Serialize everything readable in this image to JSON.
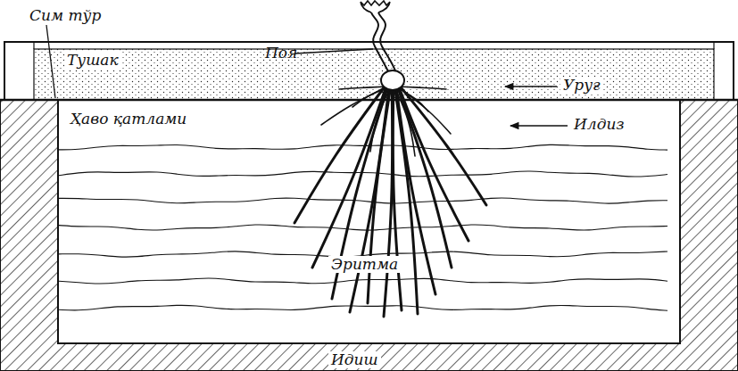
{
  "diagram": {
    "labels": [
      "Сим тўр",
      "Тушак",
      "Поя",
      "Уруғ",
      "Ҳаво қатлами",
      "Илдиз",
      "Эритма",
      "Идиш"
    ]
  }
}
